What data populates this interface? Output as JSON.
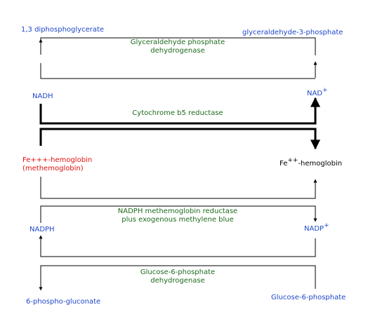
{
  "colors": {
    "metabolite": "#1f47c9",
    "enzyme": "#1e6b1e",
    "methemoglobin": "#e01010",
    "hemoglobin": "#000000",
    "arrow": "#000000"
  },
  "gapdh_reaction": {
    "product": "1,3 diphosphoglycerate",
    "substrate": "glyceraldehyde-3-phosphate",
    "enzyme_line1": "Glyceraldehyde phosphate",
    "enzyme_line2": "dehydrogenase"
  },
  "cytochrome_reaction": {
    "reduced_cofactor": "NADH",
    "oxidized_cofactor": "NAD",
    "oxidized_charge": "+",
    "enzyme": "Cytochrome b5 reductase"
  },
  "hemoglobin": {
    "met_line1": "Fe+++-hemoglobin",
    "met_line2": "(methemoglobin)",
    "reduced_prefix": "Fe",
    "reduced_charge": "++",
    "reduced_suffix": "-hemoglobin"
  },
  "nadph_reaction": {
    "reduced_cofactor": "NADPH",
    "oxidized_cofactor": "NADP",
    "oxidized_charge": "+",
    "enzyme_line1": "NADPH methemoglobin reductase",
    "enzyme_line2": "plus exogenous methylene blue"
  },
  "g6pd_reaction": {
    "product": "6-phospho-gluconate",
    "substrate": "Glucose-6-phosphate",
    "enzyme_line1": "Glucose-6-phosphate",
    "enzyme_line2": "dehydrogenase"
  }
}
